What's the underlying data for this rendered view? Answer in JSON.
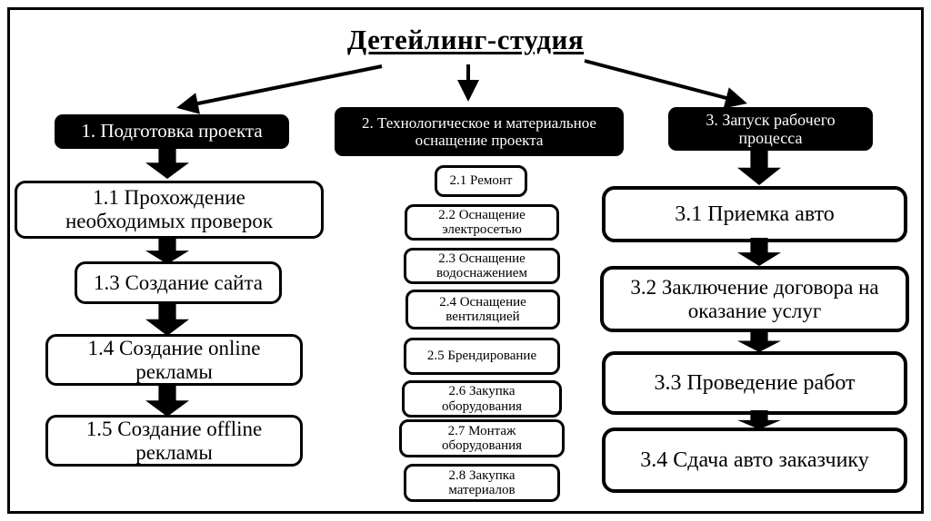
{
  "title": "Детейлинг-студия",
  "colors": {
    "ink": "#000000",
    "paper": "#ffffff"
  },
  "columns": [
    {
      "header": "1. Подготовка проекта",
      "items": [
        "1.1 Прохождение необходимых проверок",
        "1.3 Создание сайта",
        "1.4 Создание online рекламы",
        "1.5 Создание offline рекламы"
      ]
    },
    {
      "header": "2. Технологическое и материальное оснащение проекта",
      "items": [
        "2.1 Ремонт",
        "2.2 Оснащение электросетью",
        "2.3 Оснащение водоснажением",
        "2.4 Оснащение вентиляцией",
        "2.5 Брендирование",
        "2.6 Закупка оборудования",
        "2.7 Монтаж оборудования",
        "2.8 Закупка материалов"
      ]
    },
    {
      "header": "3. Запуск рабочего процесса",
      "items": [
        "3.1 Приемка авто",
        "3.2 Заключение договора на оказание услуг",
        "3.3 Проведение работ",
        "3.4 Сдача авто заказчику"
      ]
    }
  ]
}
